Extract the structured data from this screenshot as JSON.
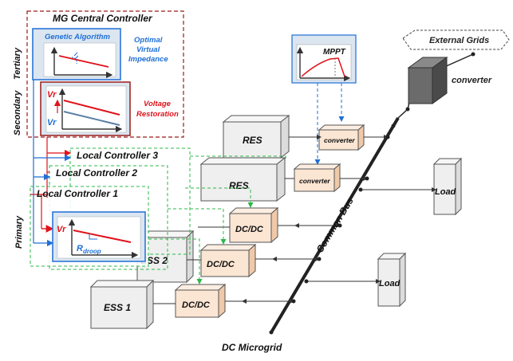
{
  "title": "DC Microgrid",
  "bus_label": "Common Bus",
  "layers": {
    "tertiary": "Tertiary",
    "secondary": "Secondary",
    "primary": "Primary"
  },
  "central": {
    "title": "MG Central Controller",
    "ga_label": "Genetic Algorithm",
    "opt_line1": "Optimal",
    "opt_line2": "Virtual",
    "opt_line3": "Impedance",
    "vr_top": "Vr",
    "vr_bottom": "Vr",
    "vres_line1": "Voltage",
    "vres_line2": "Restoration"
  },
  "local": {
    "lc3": "Local Controller 3",
    "lc2": "Local Controller 2",
    "lc1": "Local Controller 1",
    "vr": "Vr",
    "r_main": "R",
    "r_sub": "droop"
  },
  "mppt": {
    "label": "MPPT"
  },
  "grid": {
    "external": "External Grids",
    "converter": "converter"
  },
  "sources": {
    "res1": "RES",
    "res2": "RES",
    "ess2": "ESS 2",
    "ess1": "ESS 1"
  },
  "converters": {
    "conv1": "converter",
    "conv2": "converter",
    "dcdc1": "DC/DC",
    "dcdc2": "DC/DC",
    "dcdc3": "DC/DC"
  },
  "loads": {
    "load1": "Load",
    "load2": "Load"
  },
  "colors": {
    "red": "#e0121b",
    "dark_red": "#9b1b1b",
    "blue": "#1f6fd6",
    "green": "#2eb84a",
    "panel_fill": "#dbe6f1",
    "box_fill": "#efefef",
    "converter_fill": "#fbe5d3"
  }
}
